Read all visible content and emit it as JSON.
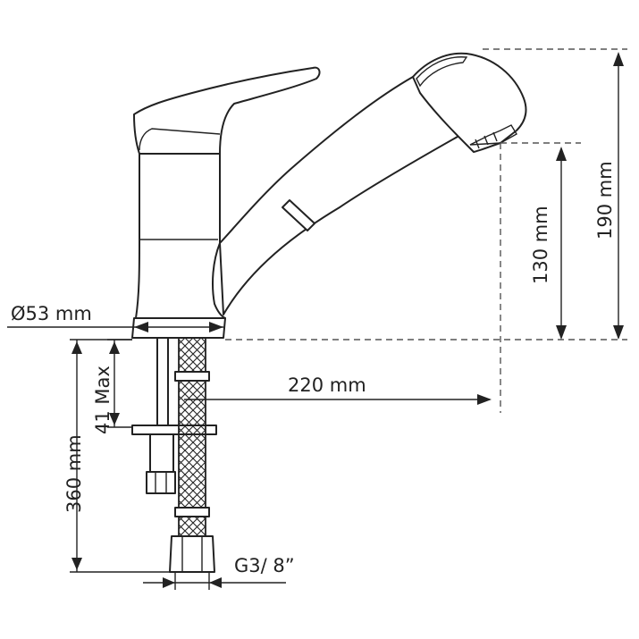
{
  "dimensions": {
    "base_diameter": "Ø53 mm",
    "max_counter_thickness": "41 Max",
    "hose_length": "360 mm",
    "spout_reach": "220 mm",
    "spout_height": "130 mm",
    "total_height": "190 mm",
    "connection_thread": "G3/ 8”"
  },
  "colors": {
    "line": "#222222",
    "background": "#ffffff"
  }
}
